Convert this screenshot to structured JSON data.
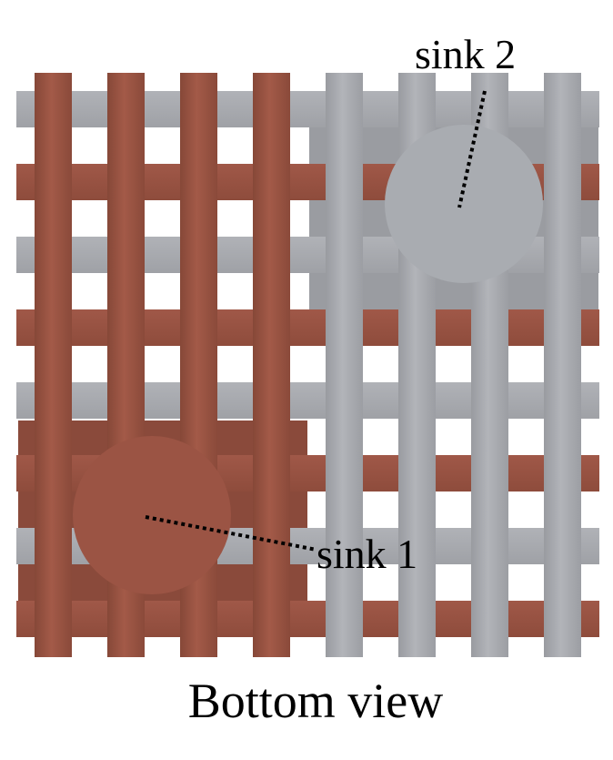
{
  "labels": {
    "sink1": "sink 1",
    "sink2": "sink 2",
    "caption": "Bottom view"
  },
  "colors": {
    "copper": "#9b5444",
    "copper_dark": "#7f4536",
    "grey": "#a9abb0",
    "grey_dark": "#93959a",
    "background": "#ffffff",
    "leader": "#000000"
  },
  "structure": {
    "lattice": "woven grid of copper and grey bars",
    "sinks": [
      {
        "name": "sink 1",
        "material": "copper"
      },
      {
        "name": "sink 2",
        "material": "grey"
      }
    ]
  }
}
